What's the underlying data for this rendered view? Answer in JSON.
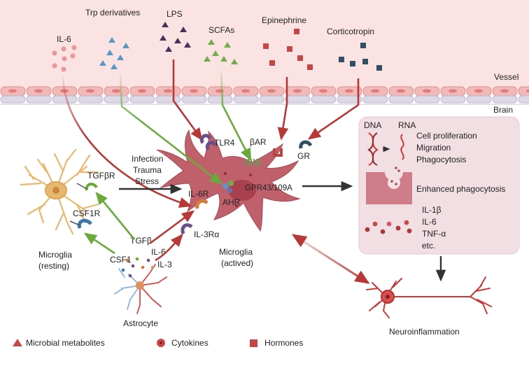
{
  "signals": {
    "il6": "IL-6",
    "trp": "Trp derivatives",
    "lps": "LPS",
    "scfas": "SCFAs",
    "epinephrine": "Epinephrine",
    "corticotropin": "Corticotropin"
  },
  "regions": {
    "vessel": "Vessel",
    "brain": "Brain"
  },
  "receptors": {
    "tlr4": "TLR4",
    "bar": "βAR",
    "gr": "GR",
    "gpr": "GPR43/109A",
    "ahr": "AHR",
    "il6r": "IL-6R",
    "il3ra": "IL-3Rα",
    "tgfbr": "TGFβR",
    "csf1r": "CSF1R"
  },
  "stimuli": [
    "Infection",
    "Trauma",
    "Stress"
  ],
  "cells": {
    "microglia_resting": [
      "Microglia",
      "(resting)"
    ],
    "microglia_active": [
      "Microglia",
      "(actived)"
    ],
    "astrocyte": "Astrocyte",
    "neuroinflammation": "Neuroinflammation"
  },
  "astro_factors": {
    "tgfb": "TGFβ",
    "il6": "IL-6",
    "il3": "IL-3",
    "csf1": "CSF1"
  },
  "outcomes": {
    "dna": "DNA",
    "rna": "RNA",
    "gene_effects": [
      "Cell proliferation",
      "Migration",
      "Phagocytosis"
    ],
    "phago": "Enhanced phagocytosis",
    "cytokines": [
      "IL-1β",
      "IL-6",
      "TNF-α",
      "etc."
    ]
  },
  "legend": {
    "microbial": "Microbial metabolites",
    "cytokines": "Cytokines",
    "hormones": "Hormones"
  },
  "colors": {
    "red_arrow": "#b83838",
    "green_arrow": "#6aaa3c",
    "black_arrow": "#333333",
    "microglia_active": "#c0606a",
    "microglia_resting": "#e8b870",
    "neuron": "#c83a3a",
    "vessel": "#fbe3e3",
    "panel": "#f1dfe3",
    "il6_dot": "#e89a9a",
    "trp": "#5a96c6",
    "lps": "#4a2e5e",
    "scfa": "#6fae49",
    "epinephrine": "#c44646",
    "corticotropin": "#2f4f63"
  }
}
